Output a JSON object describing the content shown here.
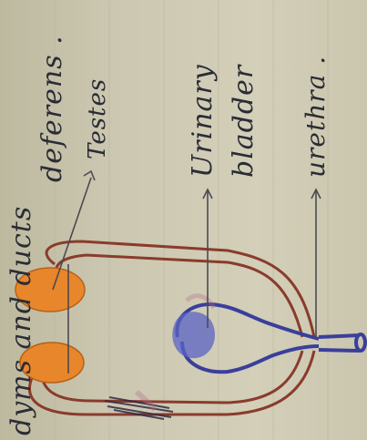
{
  "page": {
    "paper_color": "#cfcab3",
    "ink_color": "#2a2c35"
  },
  "notes": {
    "top_line_1": "dyms and ducts",
    "top_line_2": "deferens ."
  },
  "labels": [
    {
      "id": "testes",
      "text": "Testes"
    },
    {
      "id": "bladder_1",
      "text": "Urinary"
    },
    {
      "id": "bladder_2",
      "text": "bladder"
    },
    {
      "id": "urethra",
      "text": "urethra ."
    }
  ],
  "colors": {
    "testes": "#e8862b",
    "ducts": "#8a3b2c",
    "bladder": "#3a3f9c",
    "bladder_shade": "#5a63c4",
    "pencil": "#4a4a52"
  }
}
